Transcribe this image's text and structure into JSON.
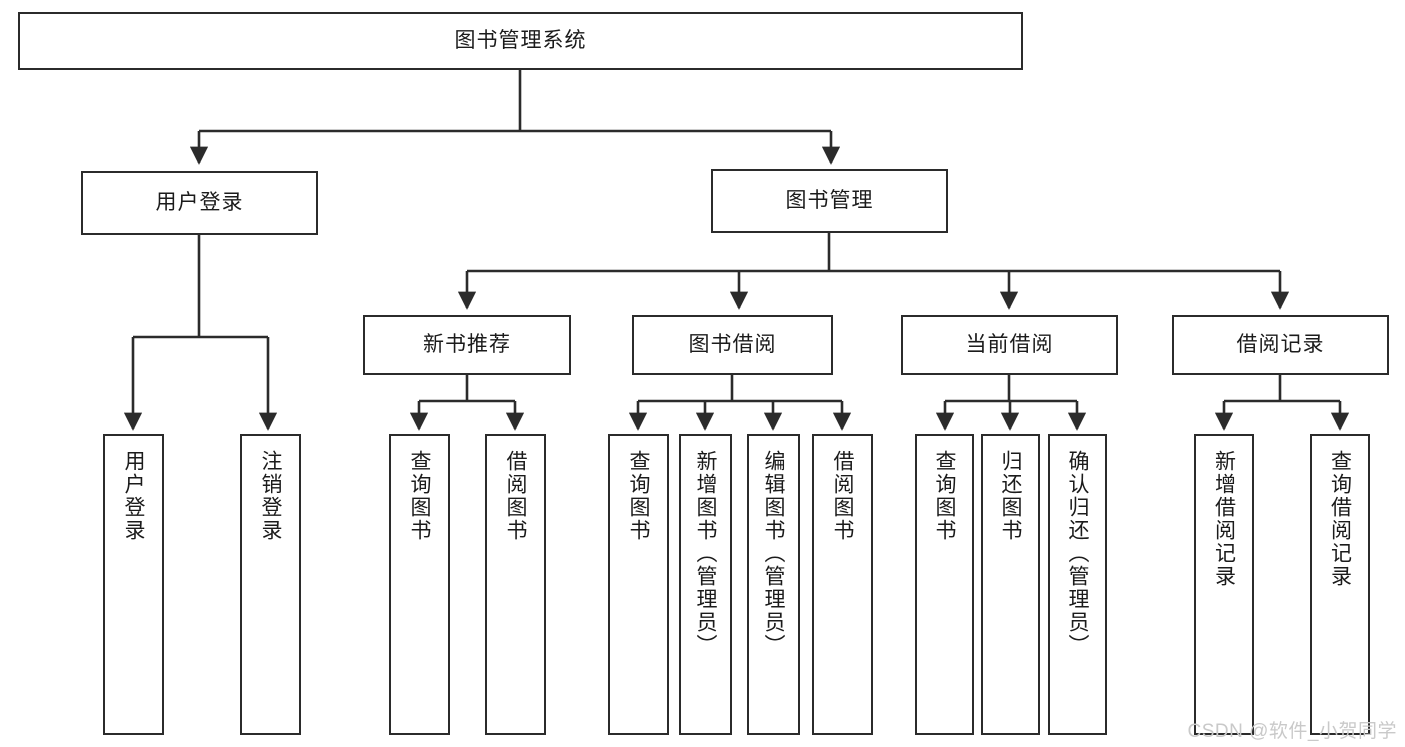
{
  "diagram": {
    "title": "图书管理系统",
    "type": "tree-hierarchy-chart",
    "root": {
      "id": "root",
      "label": "图书管理系统"
    },
    "level1": [
      {
        "id": "user-login",
        "label": "用户登录"
      },
      {
        "id": "book-manage",
        "label": "图书管理"
      }
    ],
    "level2": [
      {
        "id": "new-book-rec",
        "label": "新书推荐",
        "parent": "book-manage"
      },
      {
        "id": "book-borrow",
        "label": "图书借阅",
        "parent": "book-manage"
      },
      {
        "id": "current-borrow",
        "label": "当前借阅",
        "parent": "book-manage"
      },
      {
        "id": "borrow-record",
        "label": "借阅记录",
        "parent": "book-manage"
      }
    ],
    "leaves": [
      {
        "id": "leaf-user-login",
        "label": "用户登录",
        "parent": "user-login"
      },
      {
        "id": "leaf-user-logout",
        "label": "注销登录",
        "parent": "user-login"
      },
      {
        "id": "leaf-query-book-1",
        "label": "查询图书",
        "parent": "new-book-rec"
      },
      {
        "id": "leaf-borrow-book-1",
        "label": "借阅图书",
        "parent": "new-book-rec"
      },
      {
        "id": "leaf-query-book-2",
        "label": "查询图书",
        "parent": "book-borrow"
      },
      {
        "id": "leaf-add-book",
        "label": "新增图书（管理员）",
        "parent": "book-borrow"
      },
      {
        "id": "leaf-edit-book",
        "label": "编辑图书（管理员）",
        "parent": "book-borrow"
      },
      {
        "id": "leaf-borrow-book-2",
        "label": "借阅图书",
        "parent": "book-borrow"
      },
      {
        "id": "leaf-query-book-3",
        "label": "查询图书",
        "parent": "current-borrow"
      },
      {
        "id": "leaf-return-book",
        "label": "归还图书",
        "parent": "current-borrow"
      },
      {
        "id": "leaf-confirm-return",
        "label": "确认归还（管理员）",
        "parent": "current-borrow"
      },
      {
        "id": "leaf-add-record",
        "label": "新增借阅记录",
        "parent": "borrow-record"
      },
      {
        "id": "leaf-query-record",
        "label": "查询借阅记录",
        "parent": "borrow-record"
      }
    ],
    "colors": {
      "stroke": "#2b2b2b",
      "fill": "#ffffff",
      "text": "#1b1b1b",
      "watermark": "#c9c9c9"
    }
  },
  "watermark": {
    "text": "CSDN @软件_小贺同学"
  }
}
